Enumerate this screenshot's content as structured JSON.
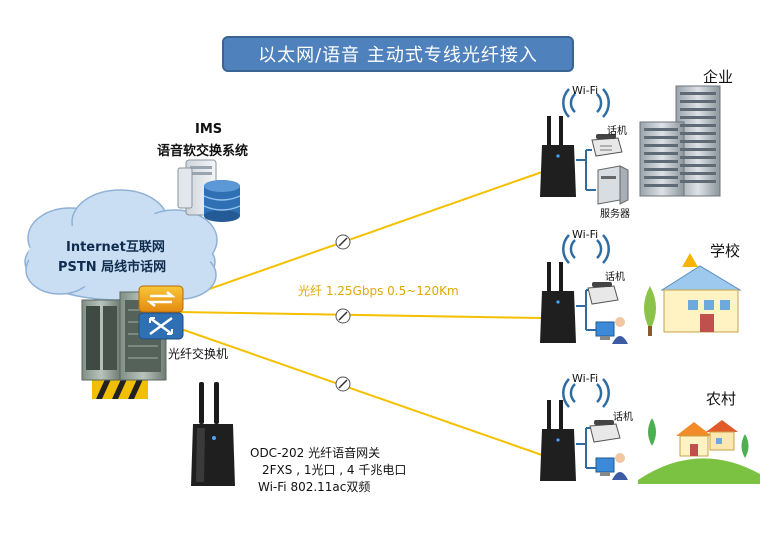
{
  "title": "以太网/语音  主动式专线光纤接入",
  "ims": {
    "line1": "IMS",
    "line2": "语音软交换系统"
  },
  "cloud": {
    "line1": "Internet互联网",
    "line2": "PSTN 局线市话网"
  },
  "switch_label": "光纤交换机",
  "fiber_label": "光纤 1.25Gbps  0.5~120Km",
  "device": {
    "line1": "ODC-202 光纤语音网关",
    "line2": "2FXS , 1光口 , 4 千兆电口",
    "line3": "Wi-Fi  802.11ac双频"
  },
  "sites": [
    {
      "name": "企业",
      "wifi": "Wi-Fi",
      "phone": "话机",
      "extra": "服务器"
    },
    {
      "name": "学校",
      "wifi": "Wi-Fi",
      "phone": "话机"
    },
    {
      "name": "农村",
      "wifi": "Wi-Fi",
      "phone": "话机"
    }
  ],
  "colors": {
    "title_bg": "#4f81bd",
    "fiber": "#f5c000",
    "cloud": "#c9def3",
    "link": "#2e6da4"
  }
}
